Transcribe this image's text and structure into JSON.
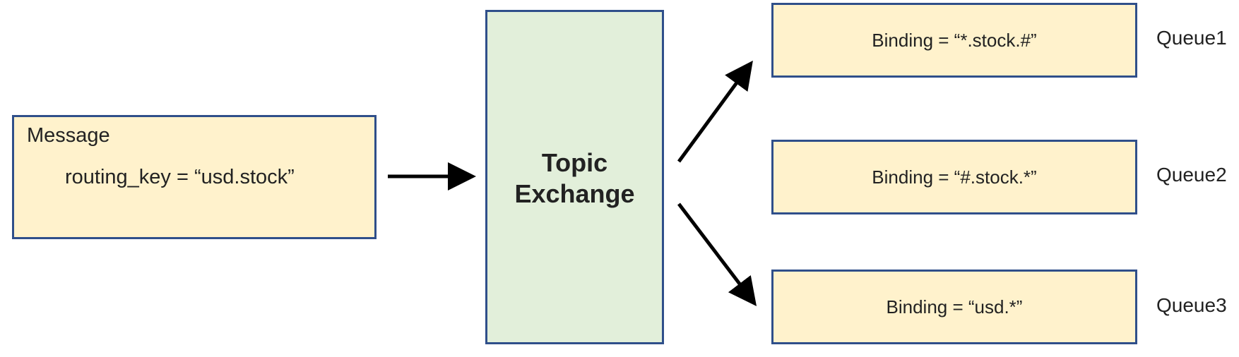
{
  "message": {
    "title": "Message",
    "routing_key": "routing_key = “usd.stock”"
  },
  "exchange": {
    "title_line1": "Topic",
    "title_line2": "Exchange"
  },
  "bindings": [
    {
      "binding": "Binding = “*.stock.#”",
      "queue": "Queue1"
    },
    {
      "binding": "Binding = “#.stock.*”",
      "queue": "Queue2"
    },
    {
      "binding": "Binding = “usd.*”",
      "queue": "Queue3"
    }
  ],
  "colors": {
    "box_border": "#2f4f8a",
    "message_fill": "#fff2cc",
    "exchange_fill": "#e2efda",
    "arrow": "#000000"
  }
}
